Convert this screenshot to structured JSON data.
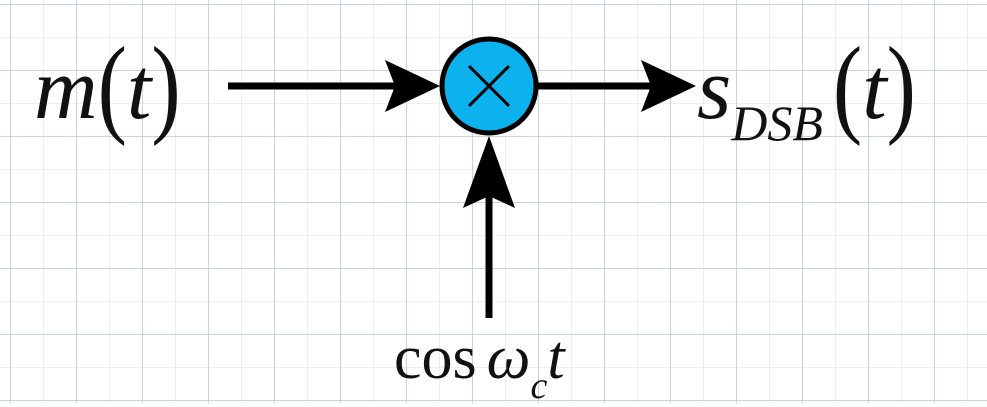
{
  "input": {
    "func": "m",
    "var": "t"
  },
  "output": {
    "func": "s",
    "subscript": "DSB",
    "var": "t"
  },
  "carrier": {
    "func": "cos",
    "symbol": "ω",
    "subscript": "c",
    "var": "t"
  },
  "multiplier": {
    "symbol": "×"
  },
  "colors": {
    "multiplier_fill": "#0BB2EE",
    "stroke": "#000000",
    "grid": "#AABED7"
  }
}
